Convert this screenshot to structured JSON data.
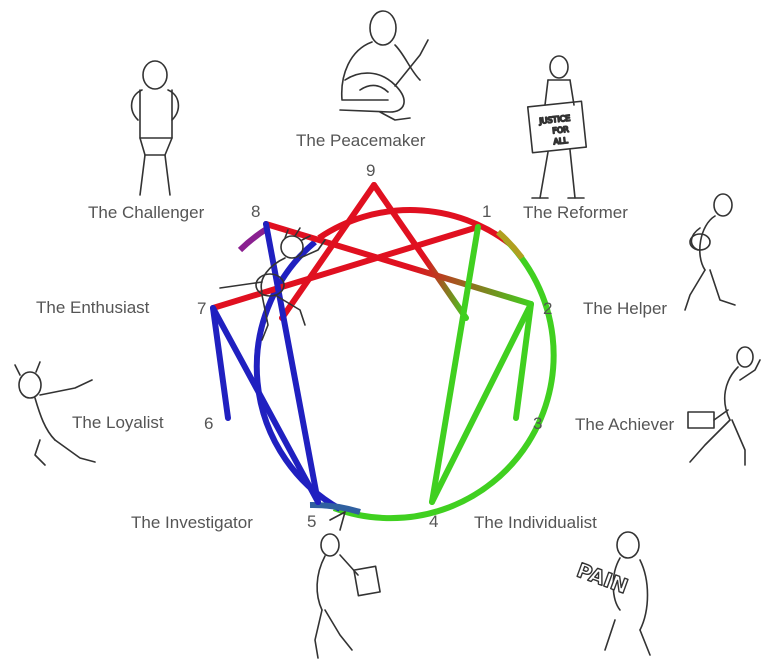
{
  "types": [
    {
      "number": "1",
      "name": "The Reformer"
    },
    {
      "number": "2",
      "name": "The Helper"
    },
    {
      "number": "3",
      "name": "The Achiever"
    },
    {
      "number": "4",
      "name": "The Individualist"
    },
    {
      "number": "5",
      "name": "The Investigator"
    },
    {
      "number": "6",
      "name": "The Loyalist"
    },
    {
      "number": "7",
      "name": "The Enthusiast"
    },
    {
      "number": "8",
      "name": "The Challenger"
    },
    {
      "number": "9",
      "name": "The Peacemaker"
    }
  ],
  "doodle_text": {
    "sign_line1": "JUSTICE",
    "sign_line2": "FOR",
    "sign_line3": "ALL",
    "pain": "PAIN"
  },
  "colors": {
    "gut_triad": "#e01020",
    "heart_triad": "#40d020",
    "head_triad": "#2020c0",
    "text": "#555555",
    "sketch": "#333333"
  }
}
